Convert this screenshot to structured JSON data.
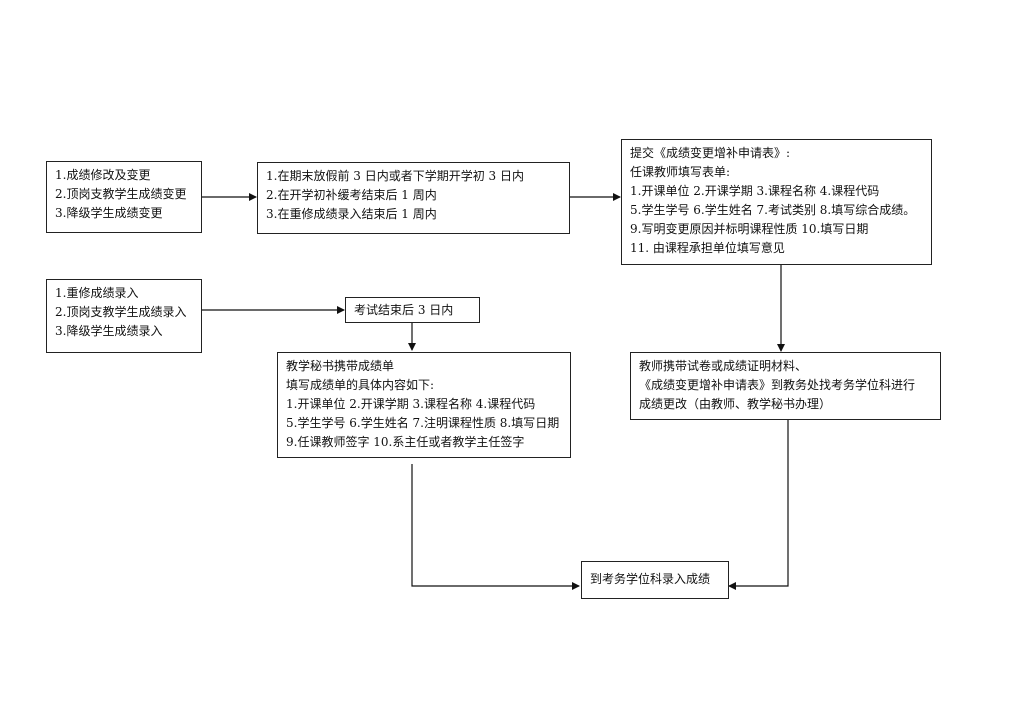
{
  "nodes": {
    "a1": {
      "lines": [
        "1.成绩修改及变更",
        "2.顶岗支教学生成绩变更",
        "3.降级学生成绩变更"
      ]
    },
    "a2": {
      "lines": [
        "1.在期末放假前 3 日内或者下学期开学初 3 日内",
        "2.在开学初补缓考结束后 1 周内",
        "3.在重修成绩录入结束后 1 周内"
      ]
    },
    "a3": {
      "lines": [
        "提交《成绩变更增补申请表》:",
        "任课教师填写表单:",
        "1.开课单位  2.开课学期 3.课程名称 4.课程代码",
        "5.学生学号 6.学生姓名 7.考试类别 8.填写综合成绩。",
        "9.写明变更原因并标明课程性质 10.填写日期",
        "11. 由课程承担单位填写意见"
      ]
    },
    "b1": {
      "lines": [
        "1.重修成绩录入",
        "2.顶岗支教学生成绩录入",
        "3.降级学生成绩录入"
      ]
    },
    "b2": {
      "lines": [
        "考试结束后 3 日内"
      ]
    },
    "b3": {
      "lines": [
        "教学秘书携带成绩单",
        "填写成绩单的具体内容如下:",
        "1.开课单位  2.开课学期 3.课程名称 4.课程代码",
        "5.学生学号 6.学生姓名 7.注明课程性质 8.填写日期",
        "9.任课教师签字 10.系主任或者教学主任签字"
      ]
    },
    "c1": {
      "lines": [
        "教师携带试卷或成绩证明材料、",
        "《成绩变更增补申请表》到教务处找考务学位科进行",
        "成绩更改（由教师、教学秘书办理）"
      ]
    },
    "final": {
      "lines": [
        "到考务学位科录入成绩"
      ]
    }
  },
  "colors": {
    "line": "#111111",
    "border": "#222222"
  }
}
